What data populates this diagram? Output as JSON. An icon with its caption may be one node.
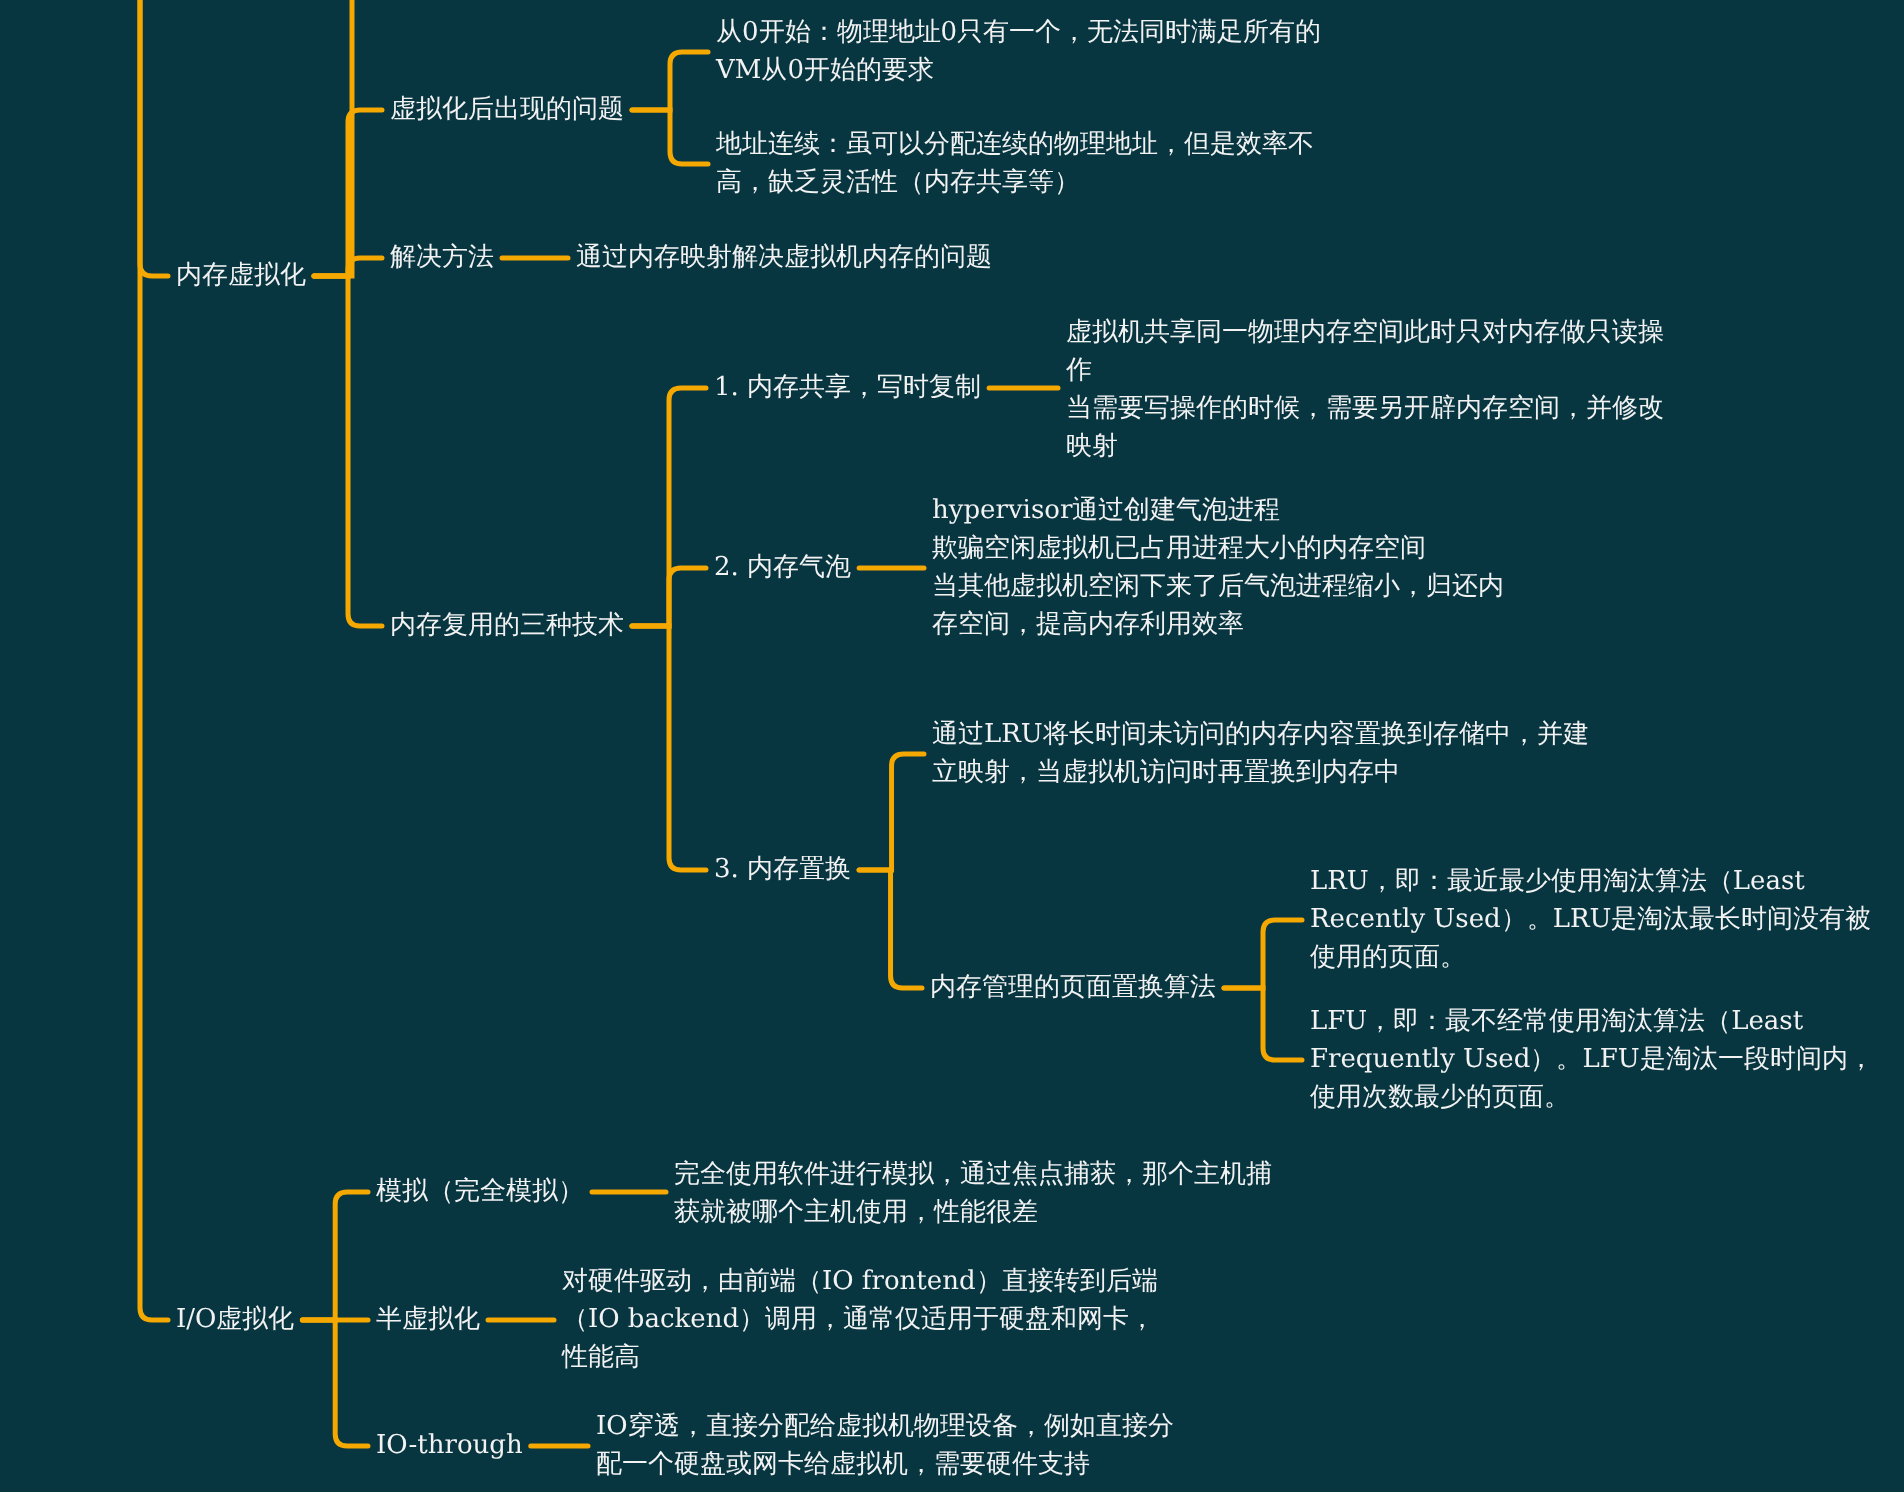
{
  "diagram": {
    "nodes": [
      {
        "text": [
          "内存虚拟化"
        ]
      },
      {
        "text": [
          "虚拟化后出现的问题"
        ]
      },
      {
        "text": [
          "从0开始：物理地址0只有一个，无法同时满足所有的VM从0开始的要求"
        ]
      },
      {
        "text": [
          "地址连续：虽可以分配连续的物理地址，但是效率不高，缺乏灵活性（内存共享等）"
        ]
      },
      {
        "text": [
          "解决方法"
        ]
      },
      {
        "text": [
          "通过内存映射解决虚拟机内存的问题"
        ]
      },
      {
        "text": [
          "内存复用的三种技术"
        ]
      },
      {
        "text": [
          "1. 内存共享，写时复制"
        ]
      },
      {
        "text": [
          "虚拟机共享同一物理内存空间此时只对内存做只读操作",
          "当需要写操作的时候，需要另开辟内存空间，并修改映射"
        ]
      },
      {
        "text": [
          "2. 内存气泡"
        ]
      },
      {
        "text": [
          "hypervisor通过创建气泡进程",
          "欺骗空闲虚拟机已占用进程大小的内存空间",
          "当其他虚拟机空闲下来了后气泡进程缩小，归还内存空间，提高内存利用效率"
        ]
      },
      {
        "text": [
          "3. 内存置换"
        ]
      },
      {
        "text": [
          "通过LRU将长时间未访问的内存内容置换到存储中，并建立映射，当虚拟机访问时再置换到内存中"
        ]
      },
      {
        "text": [
          "内存管理的页面置换算法"
        ]
      },
      {
        "text": [
          "LRU，即：最近最少使用淘汰算法（Least Recently Used）。LRU是淘汰最长时间没有被使用的页面。"
        ]
      },
      {
        "text": [
          "LFU，即：最不经常使用淘汰算法（Least Frequently Used）。LFU是淘汰一段时间内，使用次数最少的页面。"
        ]
      },
      {
        "text": [
          "I/O虚拟化"
        ]
      },
      {
        "text": [
          "模拟（完全模拟）"
        ]
      },
      {
        "text": [
          "完全使用软件进行模拟，通过焦点捕获，那个主机捕获就被哪个主机使用，性能很差"
        ]
      },
      {
        "text": [
          "半虚拟化"
        ]
      },
      {
        "text": [
          "对硬件驱动，由前端（IO frontend）直接转到后端（IO backend）调用，通常仅适用于硬盘和网卡，性能高"
        ]
      },
      {
        "text": [
          "IO-through"
        ]
      },
      {
        "text": [
          "IO穿透，直接分配给虚拟机物理设备，例如直接分配一个硬盘或网卡给虚拟机，需要硬件支持"
        ]
      }
    ],
    "edges": [
      {
        "from": null,
        "to": 0,
        "arrow": "none"
      },
      {
        "from": null,
        "to": 16,
        "arrow": "none"
      },
      {
        "from": 0,
        "to": null,
        "arrow": "none"
      },
      {
        "from": 0,
        "to": 1,
        "arrow": "none"
      },
      {
        "from": 0,
        "to": 4,
        "arrow": "none"
      },
      {
        "from": 0,
        "to": 6,
        "arrow": "none"
      },
      {
        "from": 1,
        "to": 2,
        "arrow": "none"
      },
      {
        "from": 1,
        "to": 3,
        "arrow": "none"
      },
      {
        "from": 4,
        "to": 5,
        "arrow": "none"
      },
      {
        "from": 6,
        "to": 7,
        "arrow": "none"
      },
      {
        "from": 6,
        "to": 9,
        "arrow": "none"
      },
      {
        "from": 6,
        "to": 11,
        "arrow": "none"
      },
      {
        "from": 7,
        "to": 8,
        "arrow": "none"
      },
      {
        "from": 9,
        "to": 10,
        "arrow": "none"
      },
      {
        "from": 11,
        "to": 12,
        "arrow": "none"
      },
      {
        "from": 11,
        "to": 13,
        "arrow": "none"
      },
      {
        "from": 13,
        "to": 14,
        "arrow": "none"
      },
      {
        "from": 13,
        "to": 15,
        "arrow": "none"
      },
      {
        "from": 16,
        "to": 17,
        "arrow": "none"
      },
      {
        "from": 16,
        "to": 19,
        "arrow": "none"
      },
      {
        "from": 16,
        "to": 21,
        "arrow": "none"
      },
      {
        "from": 17,
        "to": 18,
        "arrow": "none"
      },
      {
        "from": 19,
        "to": 20,
        "arrow": "none"
      },
      {
        "from": 21,
        "to": 22,
        "arrow": "none"
      }
    ]
  }
}
